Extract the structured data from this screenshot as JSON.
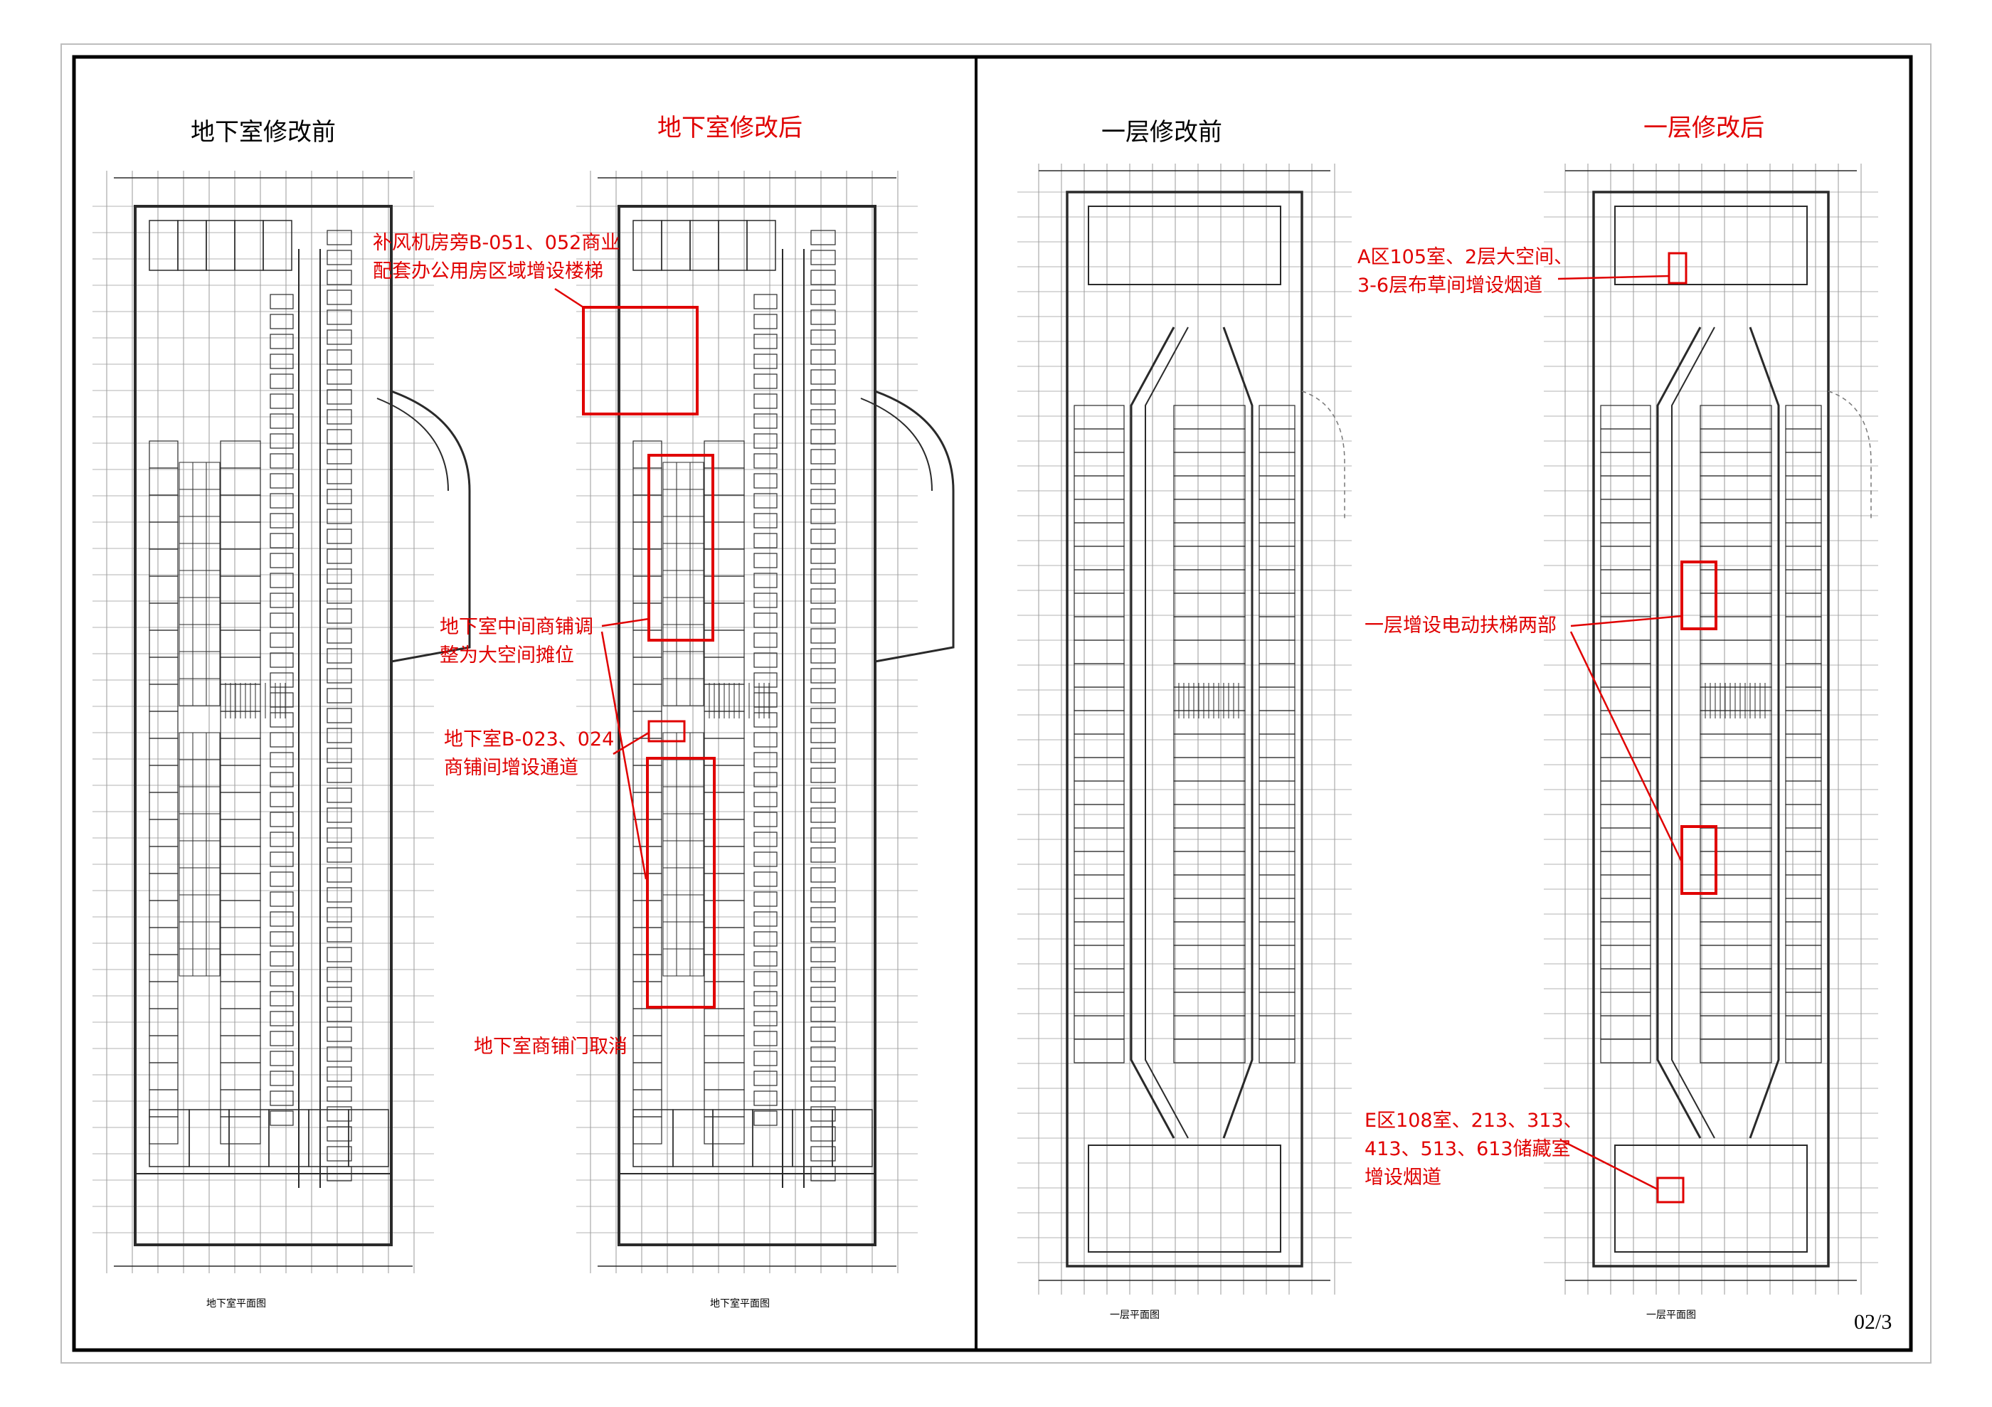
{
  "titles": {
    "basement_before": "地下室修改前",
    "basement_after": "地下室修改后",
    "ground_before": "一层修改前",
    "ground_after": "一层修改后"
  },
  "annotations": {
    "stair_note": [
      "补风机房旁B-051、052商业",
      "配套办公用房区域增设楼梯"
    ],
    "stall_note": [
      "地下室中间商铺调",
      "整为大空间摊位"
    ],
    "passage_note": [
      "地下室B-023、024",
      "商铺间增设通道"
    ],
    "door_note": "地下室商铺门取消",
    "flue_a_note": [
      "A区105室、2层大空间、",
      "3-6层布草间增设烟道"
    ],
    "escalator_note": "一层增设电动扶梯两部",
    "flue_e_note": [
      "E区108室、213、313、",
      "413、513、613储藏室",
      "增设烟道"
    ]
  },
  "plan_captions": {
    "basement": "地下室平面图",
    "ground": "一层平面图"
  },
  "page_number": "02/3",
  "colors": {
    "frame": "#000000",
    "drawing": "#2a2a2a",
    "grid": "#9a9a9a",
    "highlight": "#e00000",
    "title_after": "#e00000"
  }
}
